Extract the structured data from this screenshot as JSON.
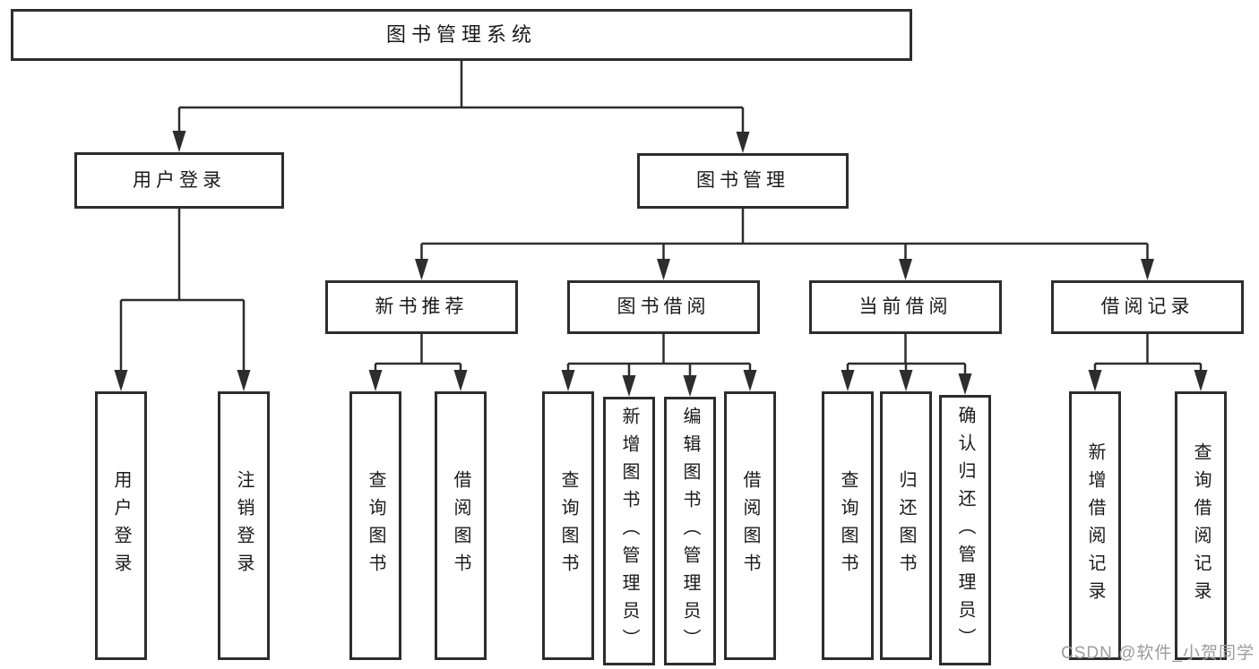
{
  "diagram_title": "图书管理系统",
  "watermark": {
    "text": "CSDN @软件_小贺同学"
  },
  "colors": {
    "line": "#2d2d2d",
    "box_border": "#2d2d2d",
    "box_fill": "#ffffff",
    "text": "#1a1a1a",
    "background": "#ffffff",
    "watermark": "#9c9c9c"
  },
  "nodes": [
    {
      "id": "root",
      "label": "图书管理系统",
      "level": 1,
      "parent": null,
      "orientation": "horizontal"
    },
    {
      "id": "user-login",
      "label": "用户登录",
      "level": 2,
      "parent": "root",
      "orientation": "horizontal"
    },
    {
      "id": "book-mgmt",
      "label": "图书管理",
      "level": 2,
      "parent": "root",
      "orientation": "horizontal"
    },
    {
      "id": "new-book-rec",
      "label": "新书推荐",
      "level": 3,
      "parent": "book-mgmt",
      "orientation": "horizontal"
    },
    {
      "id": "book-borrow",
      "label": "图书借阅",
      "level": 3,
      "parent": "book-mgmt",
      "orientation": "horizontal"
    },
    {
      "id": "current-borrow",
      "label": "当前借阅",
      "level": 3,
      "parent": "book-mgmt",
      "orientation": "horizontal"
    },
    {
      "id": "borrow-record",
      "label": "借阅记录",
      "level": 3,
      "parent": "book-mgmt",
      "orientation": "horizontal"
    },
    {
      "id": "login-user-login",
      "label": "用户登录",
      "level": 4,
      "parent": "user-login",
      "orientation": "vertical"
    },
    {
      "id": "login-logout",
      "label": "注销登录",
      "level": 4,
      "parent": "user-login",
      "orientation": "vertical"
    },
    {
      "id": "rec-query-book",
      "label": "查询图书",
      "level": 4,
      "parent": "new-book-rec",
      "orientation": "vertical"
    },
    {
      "id": "rec-borrow-book",
      "label": "借阅图书",
      "level": 4,
      "parent": "new-book-rec",
      "orientation": "vertical"
    },
    {
      "id": "bb-query-book",
      "label": "查询图书",
      "level": 4,
      "parent": "book-borrow",
      "orientation": "vertical"
    },
    {
      "id": "bb-add-book",
      "label": "新增图书（管理员）",
      "level": 4,
      "parent": "book-borrow",
      "orientation": "vertical"
    },
    {
      "id": "bb-edit-book",
      "label": "编辑图书（管理员）",
      "level": 4,
      "parent": "book-borrow",
      "orientation": "vertical"
    },
    {
      "id": "bb-borrow-book",
      "label": "借阅图书",
      "level": 4,
      "parent": "book-borrow",
      "orientation": "vertical"
    },
    {
      "id": "cb-query-book",
      "label": "查询图书",
      "level": 4,
      "parent": "current-borrow",
      "orientation": "vertical"
    },
    {
      "id": "cb-return-book",
      "label": "归还图书",
      "level": 4,
      "parent": "current-borrow",
      "orientation": "vertical"
    },
    {
      "id": "cb-confirm-return",
      "label": "确认归还（管理员）",
      "level": 4,
      "parent": "current-borrow",
      "orientation": "vertical"
    },
    {
      "id": "br-add-record",
      "label": "新增借阅记录",
      "level": 4,
      "parent": "borrow-record",
      "orientation": "vertical"
    },
    {
      "id": "br-query-record",
      "label": "查询借阅记录",
      "level": 4,
      "parent": "borrow-record",
      "orientation": "vertical"
    }
  ]
}
